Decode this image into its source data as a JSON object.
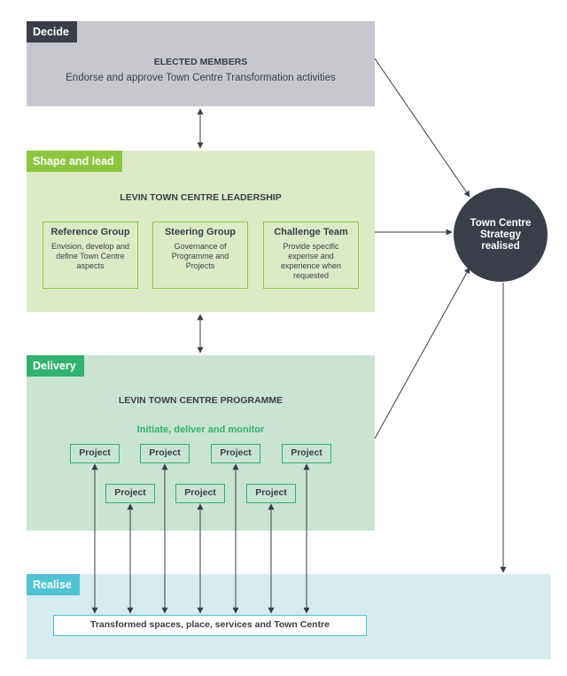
{
  "decide": {
    "tag": "Decide",
    "heading": "ELECTED MEMBERS",
    "text": "Endorse and approve Town Centre Transformation activities"
  },
  "shape": {
    "tag": "Shape and lead",
    "heading": "LEVIN TOWN CENTRE LEADERSHIP",
    "groups": [
      {
        "title": "Reference Group",
        "desc": "Envision, develop and define Town Centre aspects"
      },
      {
        "title": "Steering Group",
        "desc": "Governance of Programme and Projects"
      },
      {
        "title": "Challenge Team",
        "desc": "Provide specific experise and experience when requested"
      }
    ]
  },
  "delivery": {
    "tag": "Delivery",
    "heading": "LEVIN TOWN CENTRE PROGRAMME",
    "subheading": "Initiate, deliver and monitor",
    "projects": [
      "Project",
      "Project",
      "Project",
      "Project",
      "Project",
      "Project",
      "Project"
    ]
  },
  "realise": {
    "tag": "Realise",
    "outcome": "Transformed spaces, place, services and Town Centre"
  },
  "goal": {
    "label": "Town Centre Strategy realised"
  },
  "colors": {
    "dark": "#3a3e48",
    "decide_bg": "#c7c7ce",
    "shape_bg": "#dcebc5",
    "shape_accent": "#8cc63f",
    "delivery_bg": "#c9e4d3",
    "delivery_accent": "#2fb36d",
    "realise_bg": "#d7ecef",
    "realise_accent": "#4ec3d4"
  }
}
